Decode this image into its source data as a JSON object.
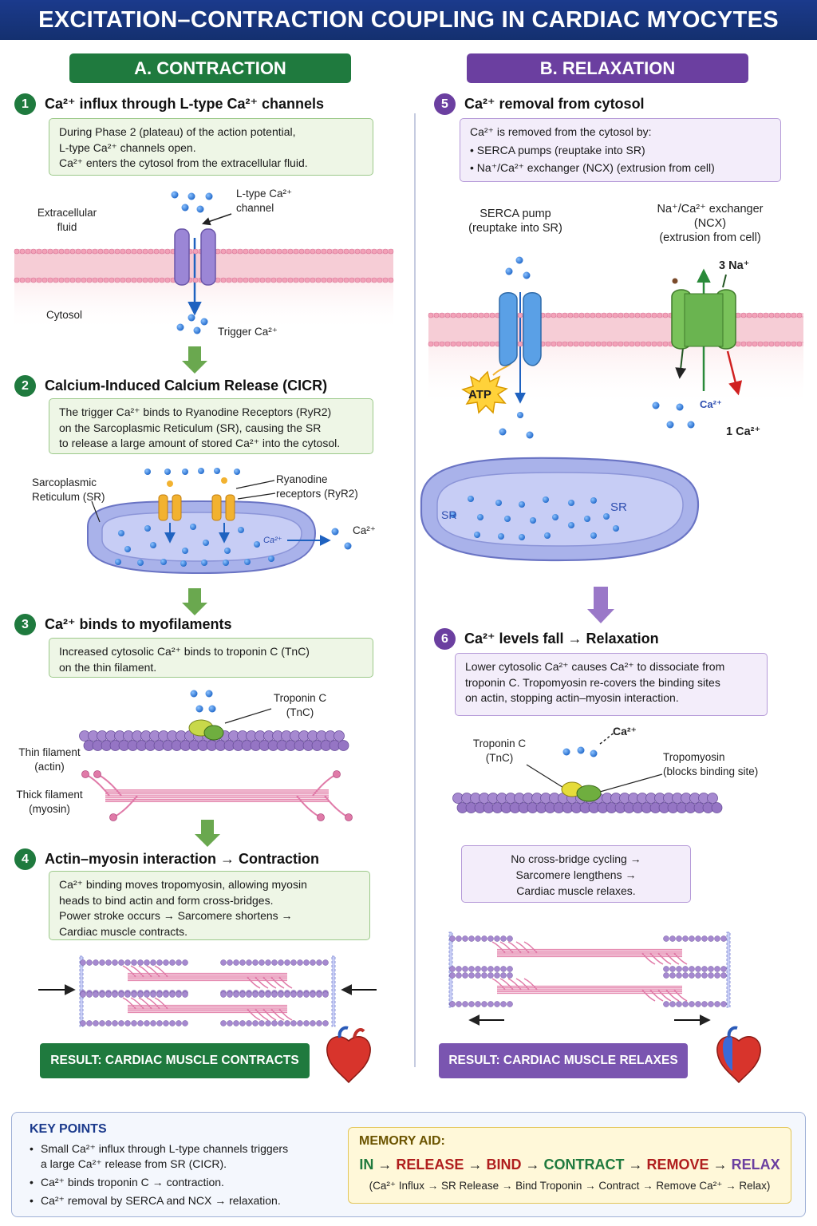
{
  "title": "EXCITATION–CONTRACTION COUPLING IN CARDIAC MYOCYTES",
  "sections": {
    "a": "A. CONTRACTION",
    "b": "B. RELAXATION"
  },
  "steps": {
    "s1": {
      "num": "1",
      "title": "Ca²⁺ influx through L-type Ca²⁺ channels",
      "lines": [
        "During Phase 2 (plateau) of the action potential,",
        "L-type Ca²⁺ channels open.",
        "Ca²⁺ enters the cytosol from the extracellular fluid."
      ]
    },
    "s2": {
      "num": "2",
      "title": "Calcium-Induced Calcium Release (CICR)",
      "lines": [
        "The trigger Ca²⁺ binds to Ryanodine Receptors (RyR2)",
        "on the Sarcoplasmic Reticulum (SR), causing the SR",
        "to release a large amount of stored Ca²⁺ into the cytosol."
      ]
    },
    "s3": {
      "num": "3",
      "title": "Ca²⁺ binds to myofilaments",
      "lines": [
        "Increased cytosolic Ca²⁺ binds to troponin C (TnC)",
        "on the thin filament."
      ]
    },
    "s4": {
      "num": "4",
      "title": "Actin–myosin interaction → Contraction",
      "lines": [
        "Ca²⁺ binding moves tropomyosin, allowing myosin",
        "heads to bind actin and form cross-bridges.",
        "Power stroke occurs → Sarcomere shortens →",
        "Cardiac muscle contracts."
      ]
    },
    "s5": {
      "num": "5",
      "title": "Ca²⁺ removal from cytosol",
      "lines": [
        "Ca²⁺ is removed from the cytosol by:",
        "•  SERCA pumps (reuptake into SR)",
        "•  Na⁺/Ca²⁺ exchanger (NCX) (extrusion from cell)"
      ]
    },
    "s6": {
      "num": "6",
      "title": "Ca²⁺ levels fall → Relaxation",
      "lines": [
        "Lower cytosolic Ca²⁺ causes Ca²⁺ to dissociate from",
        "troponin C. Tropomyosin re-covers the binding sites",
        "on actin, stopping actin–myosin interaction."
      ]
    }
  },
  "labels": {
    "extracellular": "Extracellular\nfluid",
    "cytosol": "Cytosol",
    "ltype_channel": "L-type Ca²⁺\nchannel",
    "trigger": "Trigger Ca²⁺",
    "sr_label": "Sarcoplasmic\nReticulum (SR)",
    "ryr": "Ryanodine\nreceptors (RyR2)",
    "ca_release": "Ca²⁺",
    "ca_inside": "Ca²⁺",
    "troponin_c": "Troponin C\n(TnC)",
    "thin_filament": "Thin filament\n(actin)",
    "thick_filament": "Thick filament\n(myosin)",
    "serca": "SERCA pump\n(reuptake into SR)",
    "ncx": "Na⁺/Ca²⁺ exchanger\n(NCX)\n(extrusion from cell)",
    "three_na": "3 Na⁺",
    "atp": "ATP",
    "ncx_ca": "Ca²⁺",
    "one_ca": "1 Ca²⁺",
    "sr_left": "SR",
    "sr_right": "SR",
    "troponin_c_right": "Troponin C\n(TnC)",
    "ca_dissociate": "Ca²⁺",
    "tropomyosin": "Tropomyosin\n(blocks binding site)",
    "no_cross_bridge": "No cross-bridge cycling →\nSarcomere lengthens →\nCardiac muscle relaxes."
  },
  "results": {
    "contract": "RESULT: CARDIAC MUSCLE CONTRACTS",
    "relax": "RESULT: CARDIAC MUSCLE RELAXES"
  },
  "key_points": {
    "title": "KEY POINTS",
    "items": [
      "Small Ca²⁺ influx through L-type channels triggers\na large Ca²⁺ release from SR (CICR).",
      "Ca²⁺ binds troponin C → contraction.",
      "Ca²⁺ removal by SERCA and NCX → relaxation."
    ]
  },
  "memory_aid": {
    "title": "MEMORY AID:",
    "chain": [
      {
        "word": "IN",
        "color": "#1f7a3e"
      },
      {
        "word": "RELEASE",
        "color": "#b01e1e"
      },
      {
        "word": "BIND",
        "color": "#b01e1e"
      },
      {
        "word": "CONTRACT",
        "color": "#1f7a3e"
      },
      {
        "word": "REMOVE",
        "color": "#b01e1e"
      },
      {
        "word": "RELAX",
        "color": "#6b3fa0"
      }
    ],
    "arrow": "→",
    "explanation": "(Ca²⁺ Influx → SR Release → Bind Troponin → Contract → Remove Ca²⁺ → Relax)"
  },
  "colors": {
    "title_bg": "#1b3a8c",
    "contraction": "#1f7a3e",
    "relaxation": "#6b3fa0",
    "calcium": "#2f80d8",
    "membrane": "#f2b8c6",
    "sr": "#a9b2ea",
    "serca": "#5aa0e6",
    "ncx": "#6ab450",
    "ryr": "#f2b230",
    "actin": "#9b7cc6",
    "myosin": "#e07aa8"
  }
}
